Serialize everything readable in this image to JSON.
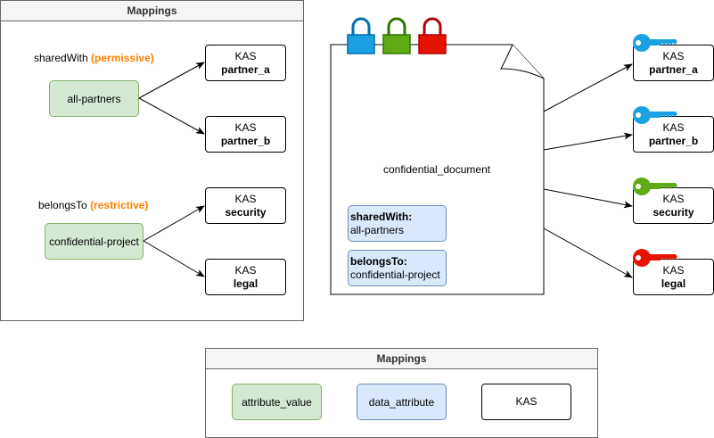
{
  "left_panel": {
    "title": "Mappings",
    "shared_with": {
      "label": "sharedWith",
      "qualifier": "(permissive)",
      "value": "all-partners"
    },
    "belongs_to": {
      "label": "belongsTo",
      "qualifier": "(restrictive)",
      "value": "confidential-project"
    },
    "kas_boxes": [
      {
        "prefix": "KAS",
        "name": "partner_a"
      },
      {
        "prefix": "KAS",
        "name": "partner_b"
      },
      {
        "prefix": "KAS",
        "name": "security"
      },
      {
        "prefix": "KAS",
        "name": "legal"
      }
    ]
  },
  "document": {
    "title": "confidential_document",
    "attributes": [
      {
        "key": "sharedWith:",
        "value": "all-partners"
      },
      {
        "key": "belongsTo:",
        "value": "confidential-project"
      }
    ],
    "locks": [
      "blue-lock-icon",
      "green-lock-icon",
      "red-lock-icon"
    ]
  },
  "right_kas": [
    {
      "prefix": "KAS",
      "name": "partner_a",
      "key_icon": "blue-key-icon",
      "key_color": "#1ba1e2"
    },
    {
      "prefix": "KAS",
      "name": "partner_b",
      "key_icon": "blue-key-icon",
      "key_color": "#1ba1e2"
    },
    {
      "prefix": "KAS",
      "name": "security",
      "key_icon": "green-key-icon",
      "key_color": "#60a917"
    },
    {
      "prefix": "KAS",
      "name": "legal",
      "key_icon": "red-key-icon",
      "key_color": "#e51400"
    }
  ],
  "legend": {
    "title": "Mappings",
    "items": [
      "attribute_value",
      "data_attribute",
      "KAS"
    ]
  },
  "colors": {
    "green_fill": "#d5e8d4",
    "green_stroke": "#82b366",
    "blue_fill": "#dae8fc",
    "blue_stroke": "#6c8ebf",
    "orange": "#FF8000",
    "lock_blue": "#1ba1e2",
    "lock_green": "#60a917",
    "lock_red": "#e51400"
  }
}
